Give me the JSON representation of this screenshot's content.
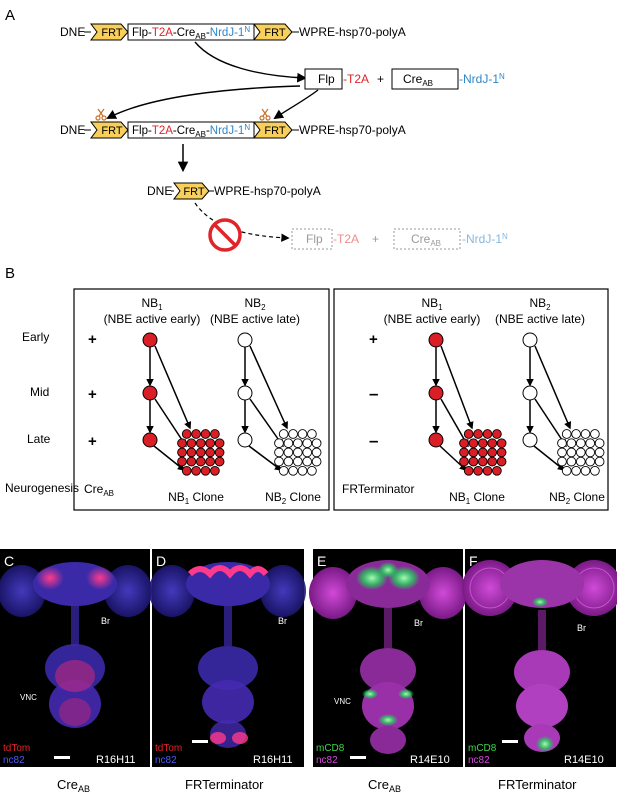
{
  "panelA": {
    "letter": "A",
    "row1": {
      "dne": "DNE",
      "frt_left": "FRT",
      "flp": "Flp-",
      "t2a": "T2A",
      "cre": "-Cre",
      "cre_sub": "AB",
      "nrdj_dash": "-",
      "nrdj": "NrdJ-1",
      "nrdj_sup": "N",
      "frt_right": "FRT",
      "tail": "WPRE-hsp70-polyA"
    },
    "products": {
      "flp": "Flp",
      "t2a": "-T2A",
      "plus": "+",
      "cre": "Cre",
      "cre_sub": "AB",
      "nrdj": "-NrdJ-1",
      "nrdj_sup": "N"
    },
    "row3": {
      "dne": "DNE",
      "frt_left": "FRT",
      "flp": "Flp-",
      "t2a": "T2A",
      "cre": "-Cre",
      "cre_sub": "AB",
      "nrdj_dash": "-",
      "nrdj": "NrdJ-1",
      "nrdj_sup": "N",
      "frt_right": "FRT",
      "tail": "WPRE-hsp70-polyA"
    },
    "row4": {
      "dne": "DNE",
      "frt": "FRT",
      "tail": "WPRE-hsp70-polyA"
    },
    "blocked": {
      "flp": "Flp",
      "t2a": "-T2A",
      "plus": "+",
      "cre": "Cre",
      "cre_sub": "AB",
      "nrdj": "-NrdJ-1",
      "nrdj_sup": "N"
    }
  },
  "panelB": {
    "letter": "B",
    "rows": [
      "Early",
      "Mid",
      "Late",
      "Neurogenesis"
    ],
    "left": {
      "nb1": {
        "name": "NB",
        "sub": "1",
        "desc": "(NBE active early)"
      },
      "nb2": {
        "name": "NB",
        "sub": "2",
        "desc": "(NBE active late)"
      },
      "signs": [
        "+",
        "+",
        "+"
      ],
      "label": "Cre",
      "label_sub": "AB",
      "clone1": {
        "name": "NB",
        "sub": "1",
        "suffix": " Clone"
      },
      "clone2": {
        "name": "NB",
        "sub": "2",
        "suffix": " Clone"
      }
    },
    "right": {
      "nb1": {
        "name": "NB",
        "sub": "1",
        "desc": "(NBE active early)"
      },
      "nb2": {
        "name": "NB",
        "sub": "2",
        "desc": "(NBE active late)"
      },
      "signs": [
        "+",
        "–",
        "–"
      ],
      "label": "FRTerminator",
      "clone1": {
        "name": "NB",
        "sub": "1",
        "suffix": " Clone"
      },
      "clone2": {
        "name": "NB",
        "sub": "2",
        "suffix": " Clone"
      }
    }
  },
  "panelsImg": {
    "C": {
      "letter": "C",
      "br": "Br",
      "vnc": "VNC",
      "legend1": "tdTom",
      "legend2": "nc82",
      "line": "R16H11",
      "caption": "Cre",
      "caption_sub": "AB"
    },
    "D": {
      "letter": "D",
      "br": "Br",
      "legend1": "tdTom",
      "legend2": "nc82",
      "line": "R16H11",
      "caption": "FRTerminator"
    },
    "E": {
      "letter": "E",
      "br": "Br",
      "vnc": "VNC",
      "legend1": "mCD8",
      "legend2": "nc82",
      "line": "R14E10",
      "caption": "Cre",
      "caption_sub": "AB"
    },
    "F": {
      "letter": "F",
      "br": "Br",
      "legend1": "mCD8",
      "legend2": "nc82",
      "line": "R14E10",
      "caption": "FRTerminator"
    }
  },
  "colors": {
    "frt": "#f7cf5a",
    "red": "#e0242a",
    "blue": "#2e86c8",
    "cell_red": "#d91e26",
    "faded_red": "#f08c8c",
    "faded_blue": "#86b8de",
    "gray": "#9a9a9a"
  }
}
